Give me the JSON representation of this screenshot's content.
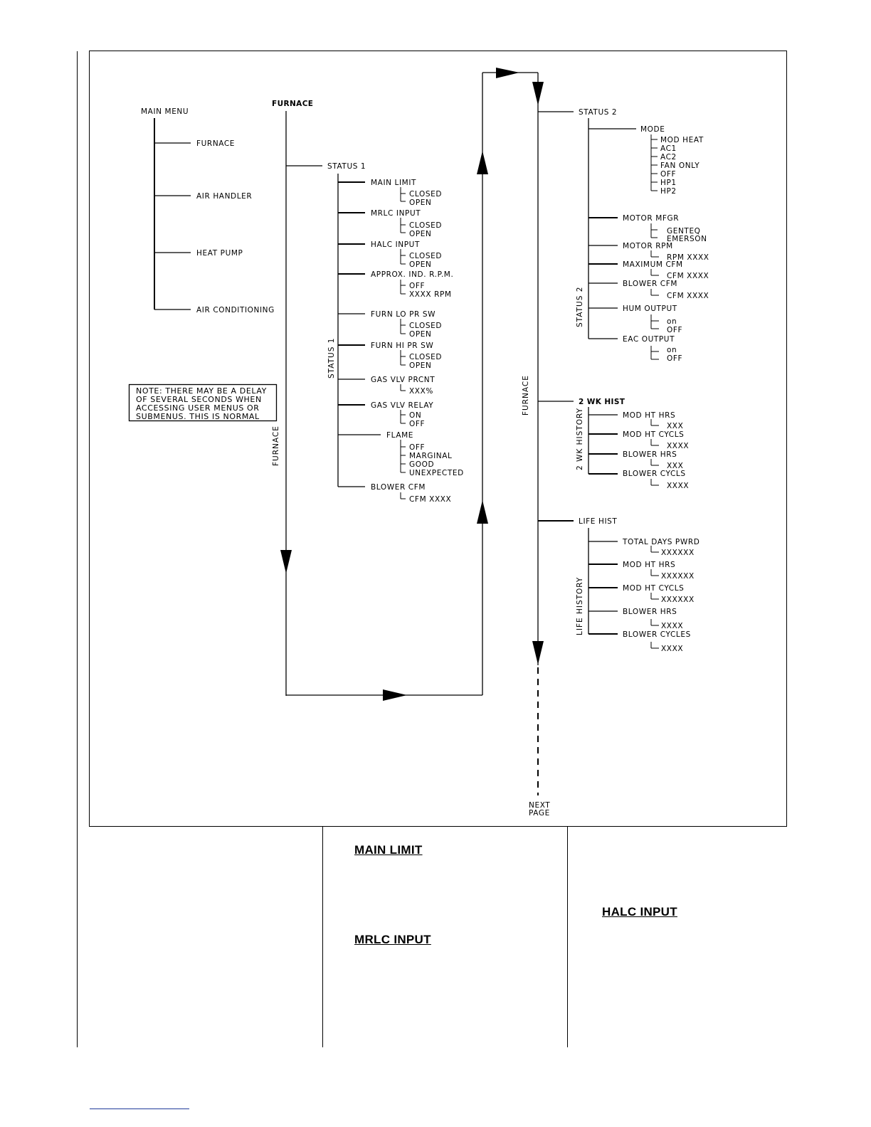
{
  "main_menu": {
    "title": "MAIN MENU",
    "items": [
      "FURNACE",
      "AIR HANDLER",
      "HEAT PUMP",
      "AIR CONDITIONING"
    ]
  },
  "note": {
    "lines": [
      "NOTE: THERE MAY BE A DELAY",
      "OF SEVERAL SECONDS WHEN",
      "ACCESSING USER MENUS OR",
      "SUBMENUS. THIS IS NORMAL"
    ]
  },
  "furnace": {
    "title": "FURNACE",
    "vertical_label": "FURNACE",
    "status1": {
      "title": "STATUS 1",
      "vertical_label": "STATUS 1",
      "items": [
        {
          "label": "MAIN LIMIT",
          "options": [
            "CLOSED",
            "OPEN"
          ]
        },
        {
          "label": "MRLC INPUT",
          "options": [
            "CLOSED",
            "OPEN"
          ]
        },
        {
          "label": "HALC INPUT",
          "options": [
            "CLOSED",
            "OPEN"
          ]
        },
        {
          "label": "APPROX. IND. R.P.M.",
          "options": [
            "OFF",
            "XXXX RPM"
          ]
        },
        {
          "label": "FURN LO PR SW",
          "options": [
            "CLOSED",
            "OPEN"
          ]
        },
        {
          "label": "FURN HI PR SW",
          "options": [
            "CLOSED",
            "OPEN"
          ]
        },
        {
          "label": "GAS VLV PRCNT",
          "options": [
            "XXX%"
          ]
        },
        {
          "label": "GAS VLV RELAY",
          "options": [
            "ON",
            "OFF"
          ]
        },
        {
          "label": "FLAME",
          "options": [
            "OFF",
            "MARGINAL",
            "GOOD",
            "UNEXPECTED"
          ]
        },
        {
          "label": "BLOWER CFM",
          "options": [
            "CFM XXXX"
          ]
        }
      ]
    }
  },
  "right": {
    "vertical_label": "FURNACE",
    "status2": {
      "title": "STATUS 2",
      "vertical_label": "STATUS 2",
      "mode": {
        "label": "MODE",
        "options": [
          "MOD HEAT",
          "AC1",
          "AC2",
          "FAN ONLY",
          "OFF",
          "HP1",
          "HP2"
        ]
      },
      "items": [
        {
          "label": "MOTOR MFGR",
          "options": [
            "GENTEQ",
            "EMERSON"
          ]
        },
        {
          "label": "MOTOR RPM",
          "options": [
            "RPM XXXX"
          ]
        },
        {
          "label": "MAXIMUM CFM",
          "options": [
            "CFM XXXX"
          ]
        },
        {
          "label": "BLOWER CFM",
          "options": [
            "CFM XXXX"
          ]
        },
        {
          "label": "HUM OUTPUT",
          "options": [
            "on",
            "OFF"
          ]
        },
        {
          "label": "EAC OUTPUT",
          "options": [
            "on",
            "OFF"
          ]
        }
      ]
    },
    "wk_hist": {
      "title": "2 WK HIST",
      "vertical_label": "2 WK HISTORY",
      "items": [
        {
          "label": "MOD HT HRS",
          "value": "XXX"
        },
        {
          "label": "MOD HT CYCLS",
          "value": "XXXX"
        },
        {
          "label": "BLOWER HRS",
          "value": "XXX"
        },
        {
          "label": "BLOWER CYCLS",
          "value": "XXXX"
        }
      ]
    },
    "life_hist": {
      "title": "LIFE HIST",
      "vertical_label": "LIFE HISTORY",
      "items": [
        {
          "label": "TOTAL DAYS PWRD",
          "value": "XXXXXX"
        },
        {
          "label": "MOD HT HRS",
          "value": "XXXXXX"
        },
        {
          "label": "MOD HT CYCLS",
          "value": "XXXXXX"
        },
        {
          "label": "BLOWER HRS",
          "value": "XXXX"
        },
        {
          "label": "BLOWER CYCLES",
          "value": "XXXX"
        }
      ]
    },
    "next_page": [
      "NEXT",
      "PAGE"
    ]
  },
  "sections": {
    "main_limit": "MAIN LIMIT",
    "mrlc_input": "MRLC INPUT",
    "halc_input": "HALC INPUT"
  }
}
